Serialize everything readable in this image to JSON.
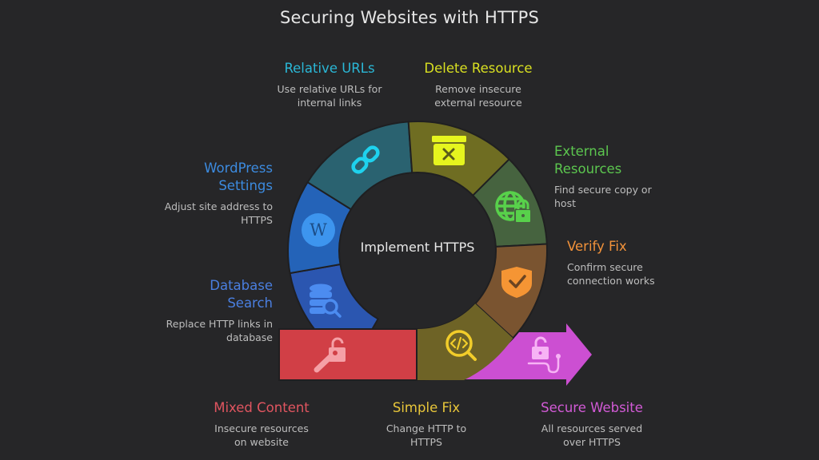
{
  "title": "Securing Websites with HTTPS",
  "center_label": "Implement HTTPS",
  "colors": {
    "background": "#262628",
    "relative_urls": "#2ab7d6",
    "delete_resource": "#d9e021",
    "external_resources": "#5cc64f",
    "verify_fix": "#f2923a",
    "wordpress_settings": "#3c8be0",
    "database_search": "#4a7fe0",
    "mixed_content": "#e05560",
    "simple_fix": "#e8c63a",
    "secure_website": "#d25ad6"
  },
  "steps": [
    {
      "id": "relative-urls",
      "title": "Relative URLs",
      "description_line1": "Use relative URLs for",
      "description_line2": "internal links",
      "icon": "link-icon"
    },
    {
      "id": "delete-resource",
      "title": "Delete Resource",
      "description_line1": "Remove insecure",
      "description_line2": "external resource",
      "icon": "archive-x-icon"
    },
    {
      "id": "external-resources",
      "title_line1": "External",
      "title_line2": "Resources",
      "description_line1": "Find secure copy or",
      "description_line2": "host",
      "icon": "globe-lock-icon"
    },
    {
      "id": "verify-fix",
      "title": "Verify Fix",
      "description_line1": "Confirm secure",
      "description_line2": "connection works",
      "icon": "shield-check-icon"
    },
    {
      "id": "wordpress-settings",
      "title_line1": "WordPress",
      "title_line2": "Settings",
      "description_line1": "Adjust site address to",
      "description_line2": "HTTPS",
      "icon": "wordpress-icon",
      "icon_letter": "W"
    },
    {
      "id": "database-search",
      "title_line1": "Database",
      "title_line2": "Search",
      "description_line1": "Replace HTTP links in",
      "description_line2": "database",
      "icon": "database-search-icon"
    },
    {
      "id": "mixed-content",
      "title": "Mixed Content",
      "description_line1": "Insecure resources",
      "description_line2": "on website",
      "icon": "unlock-key-icon"
    },
    {
      "id": "simple-fix",
      "title": "Simple Fix",
      "description_line1": "Change HTTP to",
      "description_line2": "HTTPS",
      "icon": "code-search-icon",
      "icon_text": "</>"
    },
    {
      "id": "secure-website",
      "title": "Secure Website",
      "description_line1": "All resources served",
      "description_line2": "over HTTPS",
      "icon": "unlock-path-icon"
    }
  ]
}
